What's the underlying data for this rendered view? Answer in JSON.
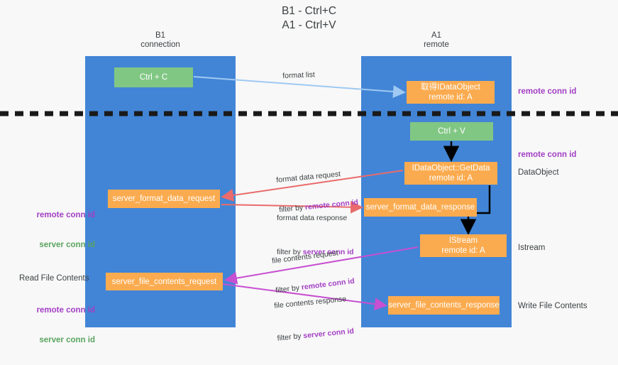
{
  "title": "B1 - Ctrl+C\nA1 - Ctrl+V",
  "columns": {
    "b1": "B1\nconnection",
    "a1": "A1\nremote"
  },
  "nodes": {
    "ctrl_c": "Ctrl + C",
    "idataobject": "取得IDataObject\nremote id: A",
    "ctrl_v": "Ctrl + V",
    "getdata": "IDataObject::GetData\nremote id: A",
    "server_format_data_request": "server_format_data_request",
    "server_format_data_response": "server_format_data_response",
    "istream": "IStream\nremote id: A",
    "server_file_contents_request": "server_file_contents_request",
    "server_file_contents_response": "server_file_contents_response"
  },
  "side_labels": {
    "remote_conn_id_top": "remote conn id",
    "remote_conn_id_mid": "remote conn id",
    "dataobject": "DataObject",
    "istream": "Istream",
    "write_file_contents": "Write File Contents",
    "read_file_contents": "Read File Contents",
    "remote_conn_id_left1": "remote conn id",
    "server_conn_id_left1": "server conn id",
    "remote_conn_id_left2": "remote conn id",
    "server_conn_id_left2": "server conn id"
  },
  "arrow_labels": {
    "format_list": "format list",
    "format_data_request": "format data request",
    "format_data_request_filter_prefix": "filter by ",
    "format_data_request_filter_key": "remote conn id",
    "format_data_response": "format data response",
    "format_data_response_filter_prefix": "filter by ",
    "format_data_response_filter_key": "server conn id",
    "file_contents_request": "file contents request",
    "file_contents_request_filter_prefix": "filter by ",
    "file_contents_request_filter_key": "remote conn id",
    "file_contents_response": "file contents response",
    "file_contents_response_filter_prefix": "filter by ",
    "file_contents_response_filter_key": "server conn id"
  },
  "colors": {
    "lane": "#4285d6",
    "node_orange": "#fbab4f",
    "node_green": "#81c784",
    "purple": "#a33fc4",
    "green_text": "#5aa45f",
    "arrow_blue": "#9fc9f3",
    "arrow_red": "#ea6b6b",
    "arrow_magenta": "#c74fd1",
    "arrow_black": "#000000",
    "background": "#f8f8f8"
  }
}
